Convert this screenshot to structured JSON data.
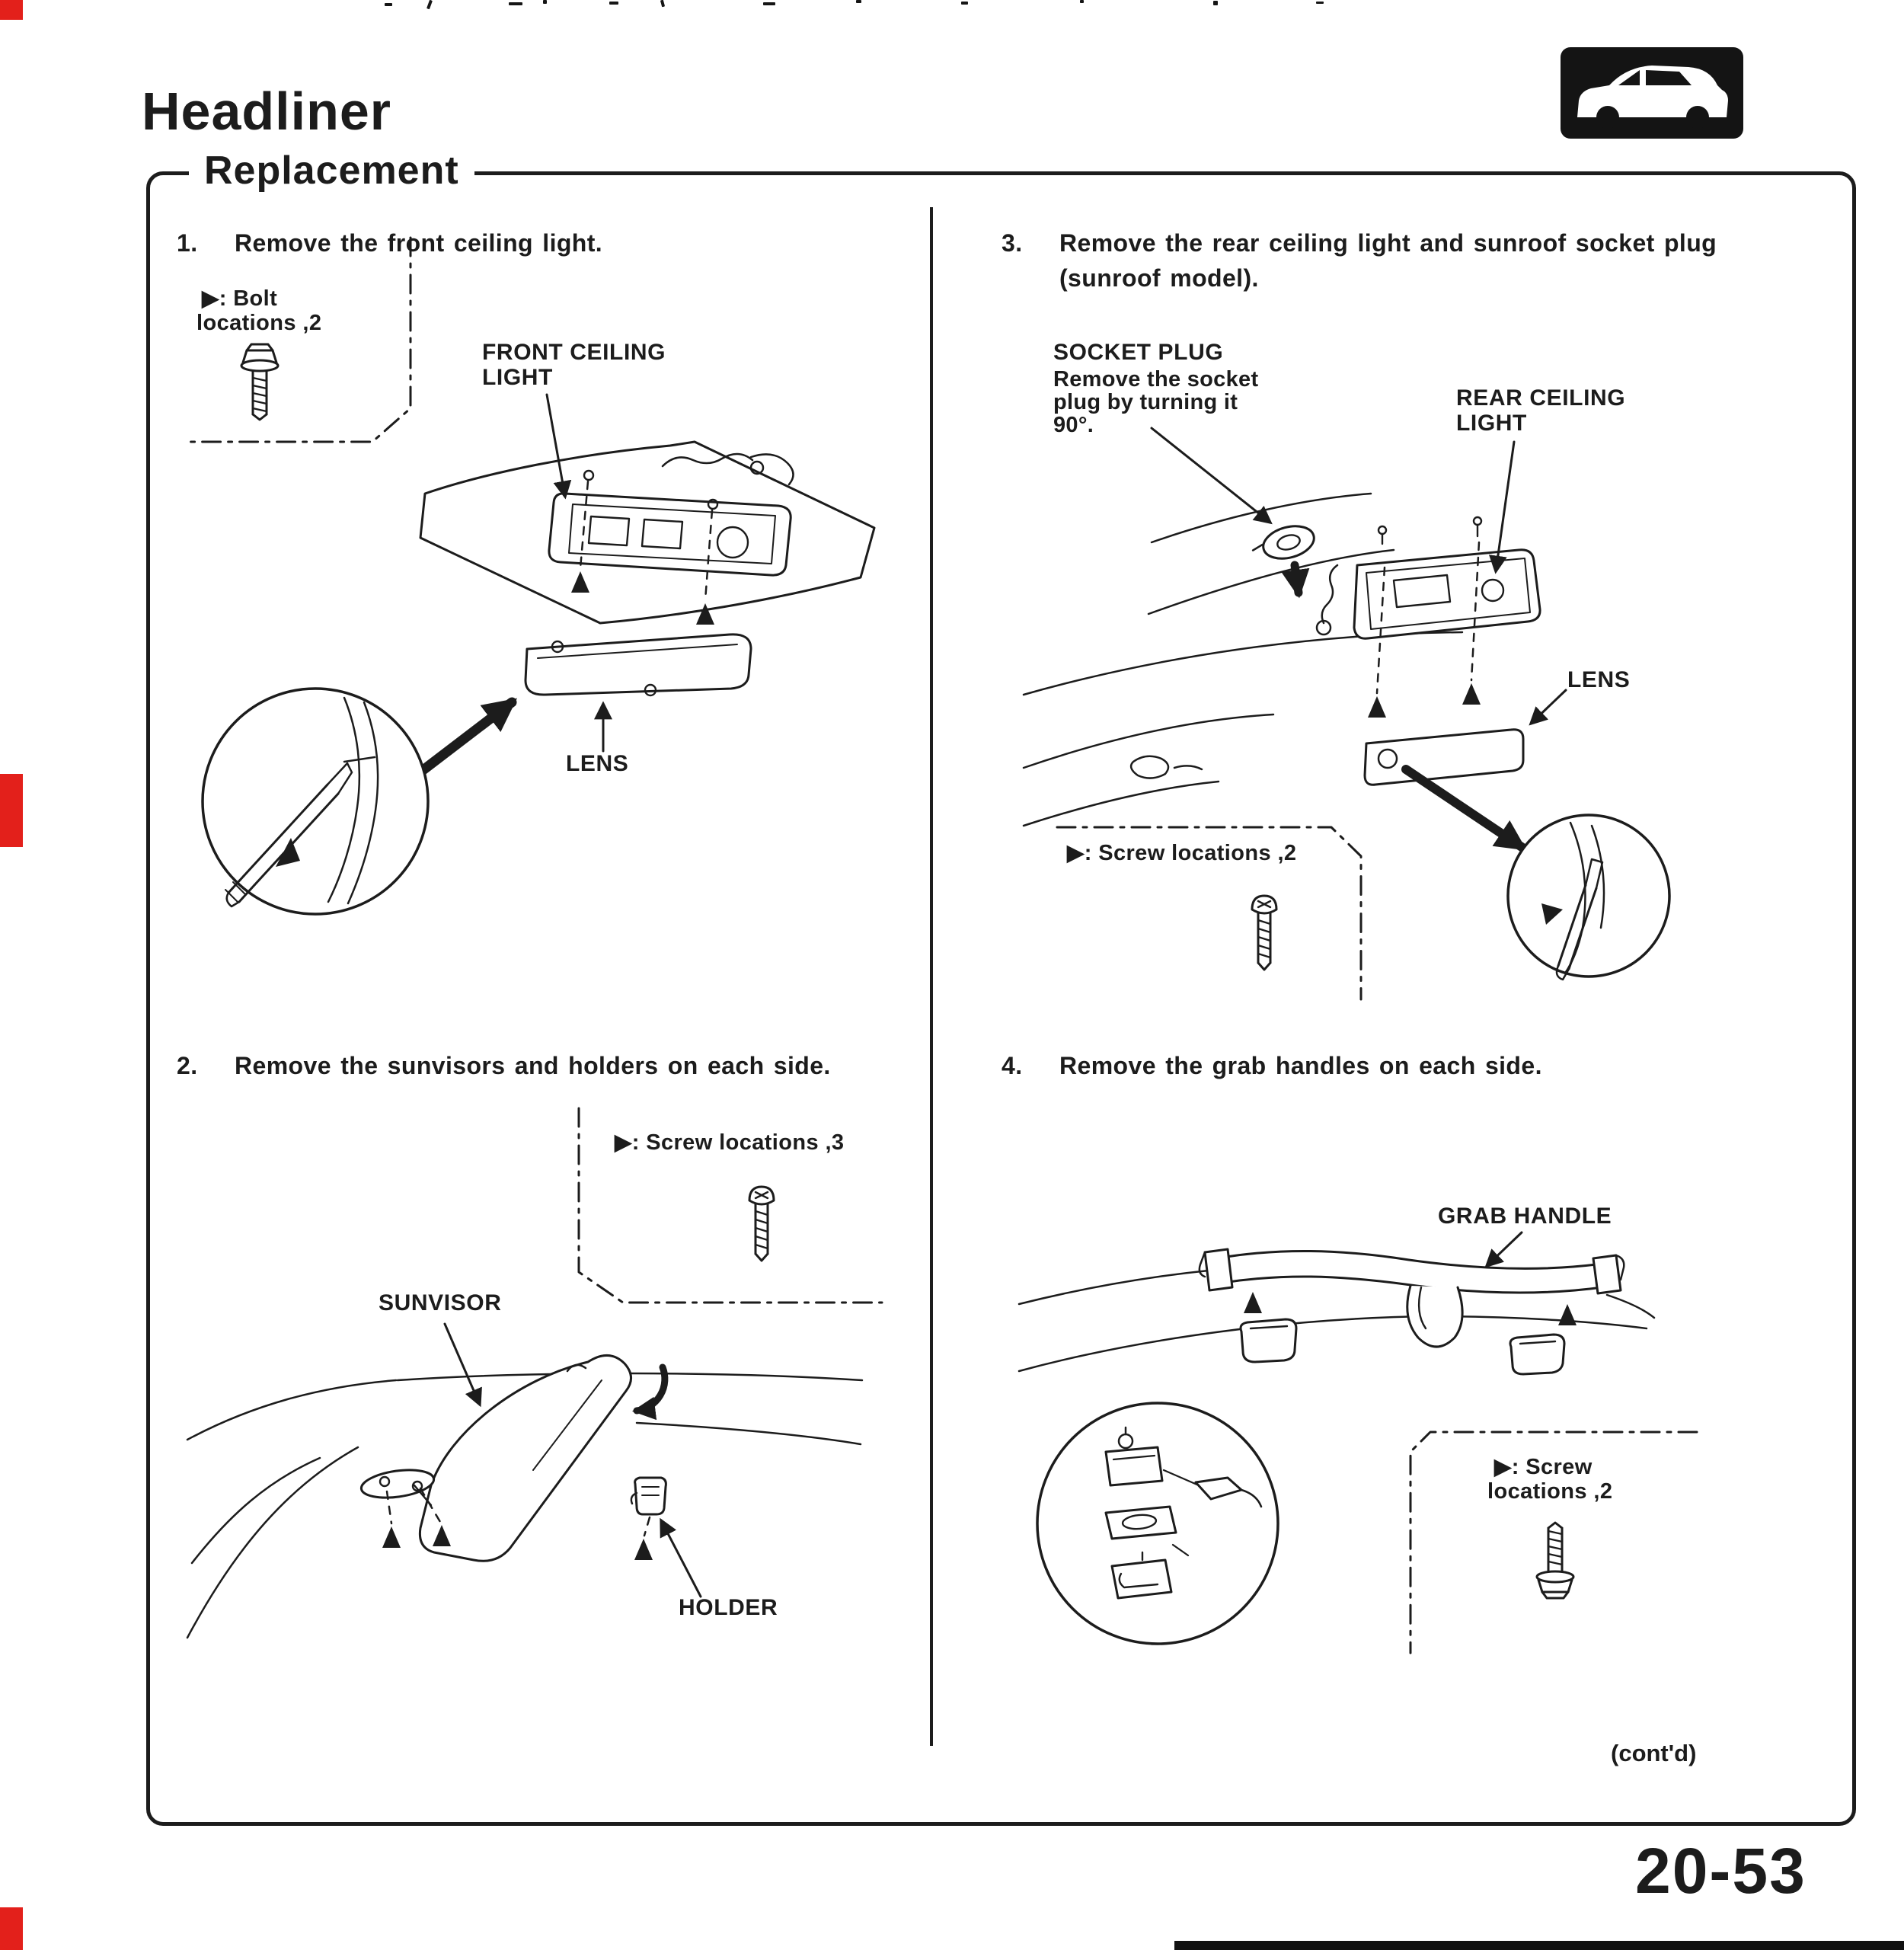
{
  "colors": {
    "accent_red": "#e3201b",
    "ink": "#1c1c1c",
    "paper": "#ffffff"
  },
  "header": {
    "title": "Headliner",
    "section": "Replacement",
    "car_icon": "suv-side-silhouette"
  },
  "steps": {
    "s1": {
      "num": "1.",
      "text": "Remove the front ceiling light."
    },
    "s2": {
      "num": "2.",
      "text": "Remove the sunvisors and holders on each side."
    },
    "s3": {
      "num": "3.",
      "text": "Remove the rear ceiling light and sunroof socket plug (sunroof model)."
    },
    "s4": {
      "num": "4.",
      "text": "Remove the grab handles on each side."
    }
  },
  "notes": {
    "bolt1_l1": "▶: Bolt",
    "bolt1_l2": "locations ,2",
    "screw2": "▶: Screw locations ,3",
    "screw3": "▶: Screw locations ,2",
    "screw4_l1": "▶: Screw",
    "screw4_l2": "locations ,2"
  },
  "labels": {
    "front_ceiling_light_l1": "FRONT CEILING",
    "front_ceiling_light_l2": "LIGHT",
    "lens1": "LENS",
    "sunvisor": "SUNVISOR",
    "holder": "HOLDER",
    "socket_plug_title": "SOCKET PLUG",
    "socket_plug_d1": "Remove the socket",
    "socket_plug_d2": "plug by turning it",
    "socket_plug_d3": "90°.",
    "rear_ceiling_light_l1": "REAR CEILING",
    "rear_ceiling_light_l2": "LIGHT",
    "lens3": "LENS",
    "grab_handle": "GRAB HANDLE"
  },
  "footer": {
    "contd": "(cont'd)",
    "page_number": "20-53"
  }
}
